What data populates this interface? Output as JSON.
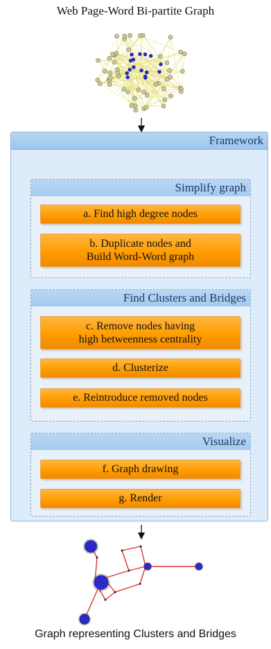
{
  "top_title": "Web Page-Word Bi-partite Graph",
  "bottom_title": "Graph representing Clusters and Bridges",
  "framework": {
    "label": "Framework",
    "sections": [
      {
        "label": "Simplify graph",
        "steps": [
          {
            "lines": [
              "a. Find high degree nodes"
            ]
          },
          {
            "lines": [
              "b. Duplicate nodes and",
              "Build Word-Word graph"
            ]
          }
        ]
      },
      {
        "label": "Find Clusters and Bridges",
        "steps": [
          {
            "lines": [
              "c. Remove nodes having",
              "high betweenness centrality"
            ]
          },
          {
            "lines": [
              "d. Clusterize"
            ]
          },
          {
            "lines": [
              "e. Reintroduce removed nodes"
            ]
          }
        ]
      },
      {
        "label": "Visualize",
        "steps": [
          {
            "lines": [
              "f. Graph drawing"
            ]
          },
          {
            "lines": [
              "g. Render"
            ]
          }
        ]
      }
    ]
  },
  "colors": {
    "step_fill": "#ff9d00",
    "header_fill": "#a3caef",
    "framework_bg": "#dcecfa",
    "edge_yellow": "#e6e07a",
    "node_blue": "#2a2ac8",
    "edge_red": "#e03030"
  }
}
